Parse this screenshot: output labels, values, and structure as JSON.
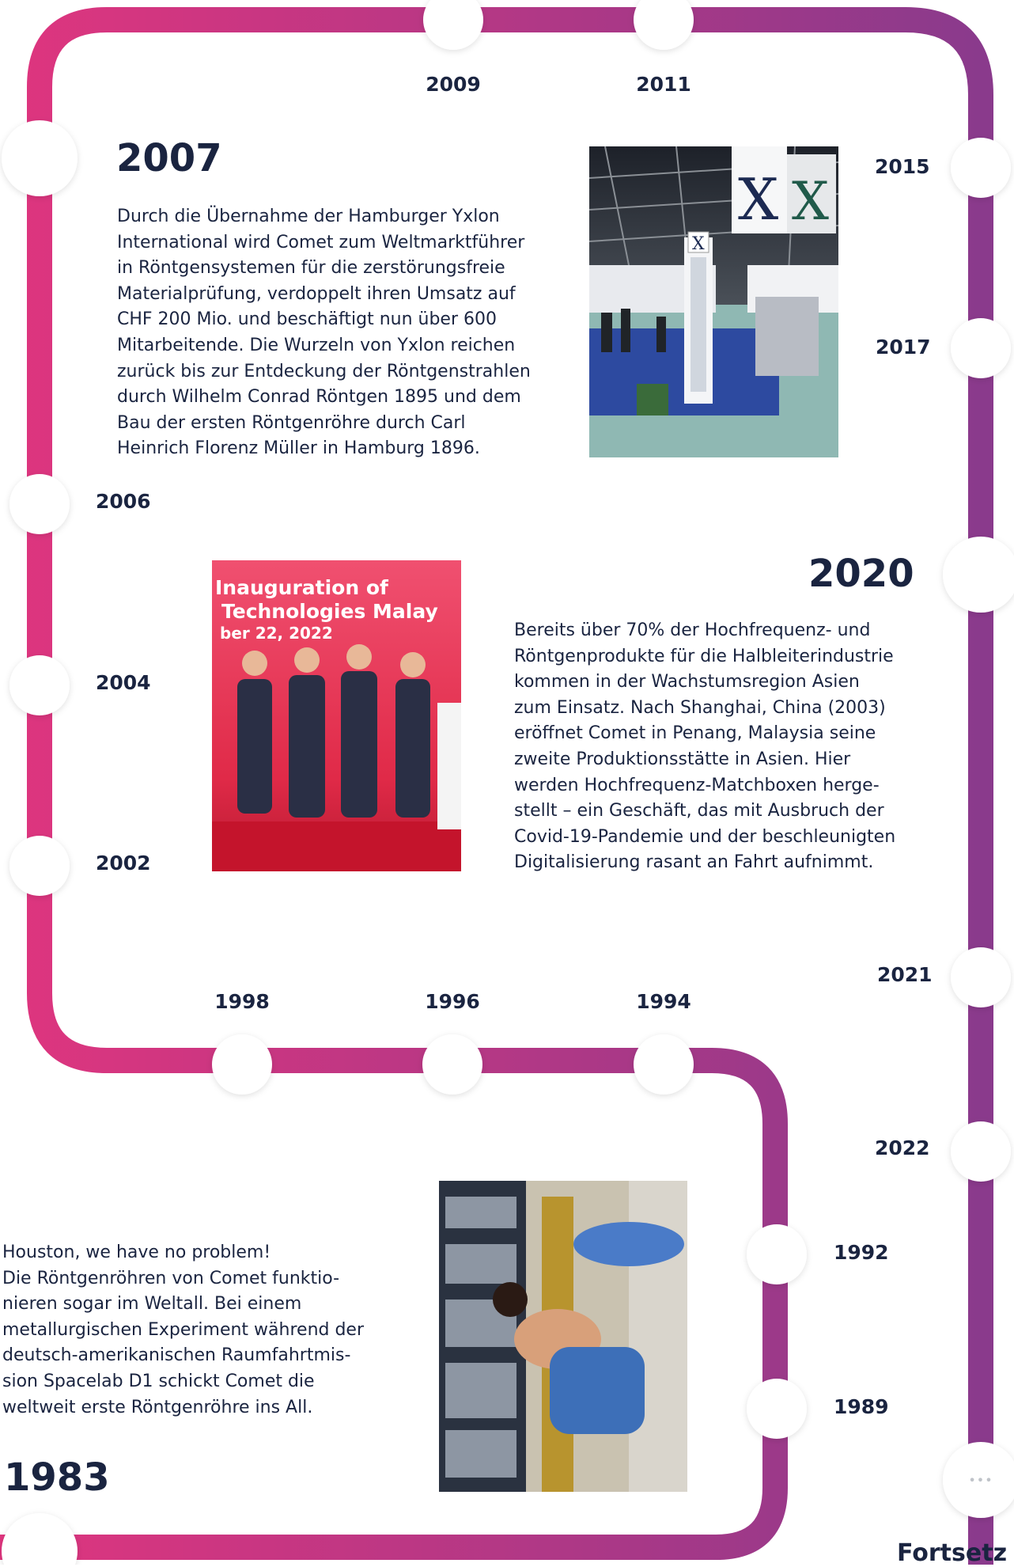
{
  "colors": {
    "track_left": "#e0357e",
    "track_right": "#8a3a8c",
    "text": "#1a2440"
  },
  "years": {
    "y2009": "2009",
    "y2011": "2011",
    "y2015": "2015",
    "y2017": "2017",
    "y2006": "2006",
    "y2004": "2004",
    "y2002": "2002",
    "y1998": "1998",
    "y1996": "1996",
    "y1994": "1994",
    "y2021": "2021",
    "y2022": "2022",
    "y1992": "1992",
    "y1989": "1989"
  },
  "entry_2007": {
    "year": "2007",
    "lines": [
      "Durch die Übernahme der Hamburger Yxlon",
      "International wird Comet zum Weltmarktführer",
      "in Röntgensystemen für die zerstörungsfreie",
      "Materialprüfung, verdoppelt ihren Umsatz auf",
      "CHF 200 Mio. und beschäftigt nun über 600",
      "Mitarbeitende. Die Wurzeln von Yxlon reichen",
      "zurück bis zur Entdeckung der Röntgenstrahlen",
      "durch Wilhelm Conrad Röntgen 1895 und dem",
      "Bau der ersten Röntgenröhre durch Carl",
      "Heinrich Florenz Müller in Hamburg 1896."
    ]
  },
  "entry_2020": {
    "year": "2020",
    "lines": [
      "Bereits über 70% der Hochfrequenz- und",
      "Röntgenprodukte für die Halbleiterindustrie",
      "kommen in der Wachstumsregion Asien",
      "zum Einsatz. Nach Shanghai, China (2003)",
      "eröffnet Comet in Penang, Malaysia seine",
      "zweite Produktionsstätte in Asien. Hier",
      "werden Hochfrequenz-Matchboxen herge-",
      "stellt – ein Geschäft, das mit Ausbruch der",
      "Covid-19-Pandemie und der beschleunigten",
      "Digitalisierung rasant an Fahrt aufnimmt."
    ]
  },
  "entry_1983": {
    "year": "1983",
    "lines": [
      "Houston, we have no problem!",
      "Die Röntgenröhren von Comet funktio-",
      "nieren sogar im Weltall. Bei einem",
      "metallurgischen Experiment während der",
      "deutsch-amerikanischen Raumfahrtmis-",
      "sion Spacelab D1 schickt Comet die",
      "weltweit erste Röntgenröhre ins All."
    ]
  },
  "photos": {
    "inauguration_line1": "Inauguration of",
    "inauguration_line2": "Technologies Malay",
    "inauguration_line3": "ber 22, 2022",
    "yxlon_letter": "X"
  },
  "more_dots": "•••",
  "continue_label": "Fortsetz"
}
